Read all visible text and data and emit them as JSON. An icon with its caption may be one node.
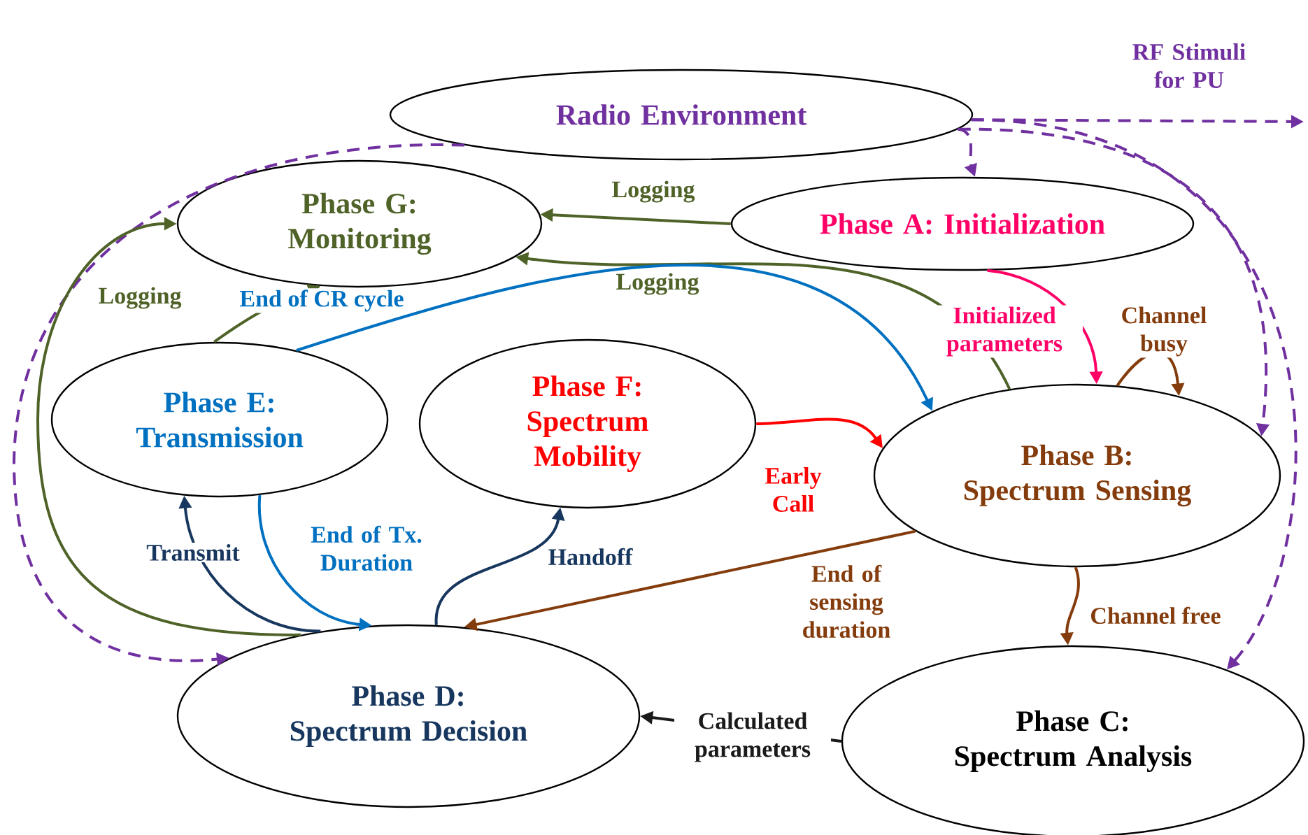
{
  "diagram": {
    "nodes": [
      {
        "text": [
          "Radio Environment"
        ]
      },
      {
        "text": [
          "Phase G: Monitoring"
        ]
      },
      {
        "text": [
          "Phase A: Initialization"
        ]
      },
      {
        "text": [
          "Phase E: Transmission"
        ]
      },
      {
        "text": [
          "Phase F: Spectrum Mobility"
        ]
      },
      {
        "text": [
          "Phase B: Spectrum Sensing"
        ]
      },
      {
        "text": [
          "Phase D: Spectrum Decision"
        ]
      },
      {
        "text": [
          "Phase C: Spectrum Analysis"
        ]
      }
    ],
    "edges": [
      {
        "from": 0,
        "to": 2,
        "arrow": "to",
        "style": "dashed",
        "color": "#7030a0"
      },
      {
        "from": 0,
        "to": 5,
        "arrow": "to",
        "style": "dashed",
        "color": "#7030a0"
      },
      {
        "from": 0,
        "to": 7,
        "arrow": "to",
        "style": "dashed",
        "color": "#7030a0"
      },
      {
        "from": 0,
        "to": 6,
        "arrow": "to",
        "style": "dashed",
        "color": "#7030a0"
      },
      {
        "from": 0,
        "to": null,
        "arrow": "to",
        "style": "dashed",
        "color": "#7030a0",
        "label": "RF Stimuli for PU"
      },
      {
        "from": 2,
        "to": 1,
        "arrow": "to",
        "color": "#4f6228",
        "label": "Logging"
      },
      {
        "from": 5,
        "to": 1,
        "arrow": "to",
        "color": "#4f6228",
        "label": "Logging"
      },
      {
        "from": 3,
        "to": 1,
        "arrow": "to",
        "color": "#4f6228"
      },
      {
        "from": 6,
        "to": 1,
        "arrow": "to",
        "color": "#4f6228",
        "label": "Logging"
      },
      {
        "from": 3,
        "to": 5,
        "arrow": "to",
        "color": "#0070c0",
        "label": "End of CR cycle"
      },
      {
        "from": 3,
        "to": 6,
        "arrow": "to",
        "color": "#0070c0",
        "label": "End of Tx. Duration"
      },
      {
        "from": 6,
        "to": 3,
        "arrow": "to",
        "color": "#17375e",
        "label": "Transmit"
      },
      {
        "from": 6,
        "to": 4,
        "arrow": "to",
        "color": "#17375e",
        "label": "Handoff"
      },
      {
        "from": 4,
        "to": 5,
        "arrow": "to",
        "color": "#ff0000",
        "label": "Early Call"
      },
      {
        "from": 5,
        "to": 6,
        "arrow": "to",
        "color": "#843c0c",
        "label": "End of sensing duration"
      },
      {
        "from": 5,
        "to": 7,
        "arrow": "to",
        "color": "#843c0c",
        "label": "Channel free"
      },
      {
        "from": 5,
        "to": 5,
        "arrow": "to",
        "color": "#843c0c",
        "label": "Channel busy"
      },
      {
        "from": 2,
        "to": 5,
        "arrow": "to",
        "color": "#ff0066",
        "label": "Initialized parameters"
      },
      {
        "from": 7,
        "to": 6,
        "arrow": "to",
        "color": "#1a1a1a",
        "label": "Calculated parameters"
      }
    ]
  }
}
